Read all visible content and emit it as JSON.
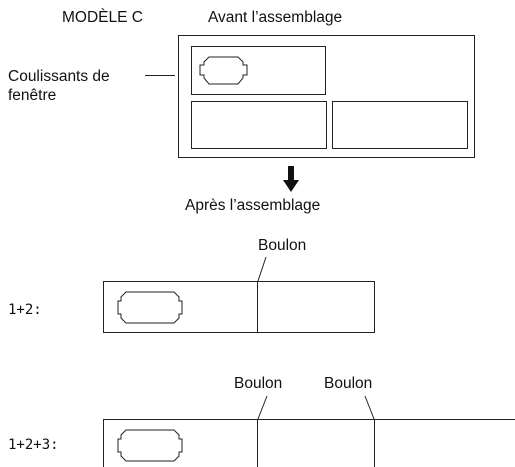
{
  "header": {
    "model_label": "MODÈLE C",
    "before_title": "Avant l’assemblage"
  },
  "callout": {
    "line1": "Coulissants de",
    "line2": "fenêtre"
  },
  "after_title": "Après l’assemblage",
  "assemblies": [
    {
      "label": "1+2:",
      "bolt_labels": [
        "Boulon"
      ]
    },
    {
      "label": "1+2+3:",
      "bolt_labels": [
        "Boulon",
        "Boulon"
      ]
    }
  ],
  "colors": {
    "stroke": "#222222",
    "text": "#111111",
    "background": "#ffffff"
  }
}
